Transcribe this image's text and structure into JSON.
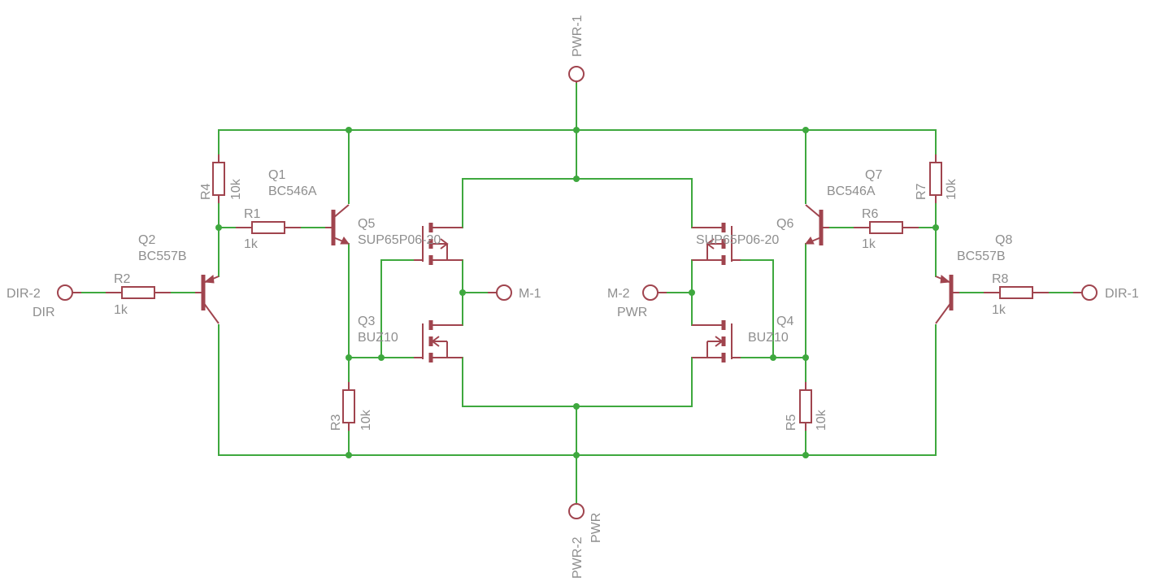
{
  "labels": {
    "r4_name": "R4",
    "r4_value": "10k",
    "r1_name": "R1",
    "r1_value": "1k",
    "r2_name": "R2",
    "r2_value": "1k",
    "r3_name": "R3",
    "r3_value": "10k",
    "r5_name": "R5",
    "r5_value": "10k",
    "r6_name": "R6",
    "r6_value": "1k",
    "r7_name": "R7",
    "r7_value": "10k",
    "r8_name": "R8",
    "r8_value": "1k",
    "q1_name": "Q1",
    "q1_part": "BC546A",
    "q2_name": "Q2",
    "q2_part": "BC557B",
    "q3_name": "Q3",
    "q3_part": "BUZ10",
    "q4_name": "Q4",
    "q4_part": "BUZ10",
    "q5_name": "Q5",
    "q5_part": "SUP65P06-20",
    "q6_name": "Q6",
    "q6_part": "SUP65P06-20",
    "q7_name": "Q7",
    "q7_part": "BC546A",
    "q8_name": "Q8",
    "q8_part": "BC557B",
    "pwr1": "PWR-1",
    "pwr2": "PWR-2",
    "pwr2_net": "PWR",
    "m1": "M-1",
    "m2": "M-2",
    "m2_net": "PWR",
    "dir1": "DIR-1",
    "dir2": "DIR-2",
    "dir2_net": "DIR"
  }
}
